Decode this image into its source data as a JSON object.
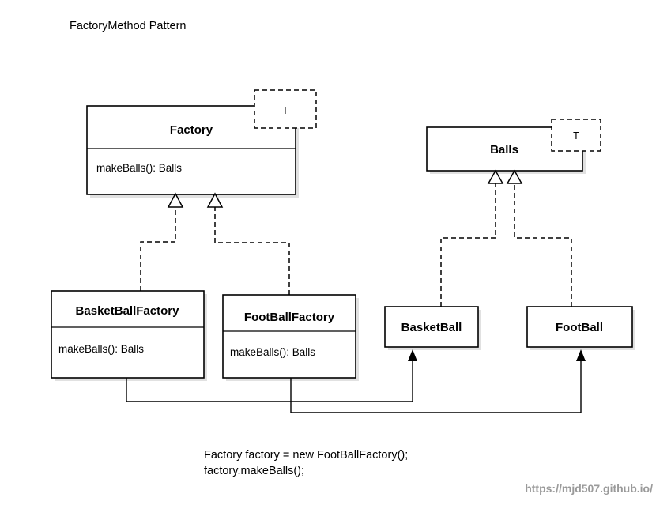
{
  "diagram": {
    "title": "FactoryMethod Pattern",
    "watermark": "https://mjd507.github.io/",
    "background_color": "#ffffff",
    "line_color": "#000000",
    "watermark_color": "#9a9a9a"
  },
  "classes": {
    "factory": {
      "name": "Factory",
      "template_param": "T",
      "methods": [
        "makeBalls(): Balls"
      ]
    },
    "balls": {
      "name": "Balls",
      "template_param": "T",
      "methods": []
    },
    "basketballfactory": {
      "name": "BasketBallFactory",
      "methods": [
        "makeBalls(): Balls"
      ]
    },
    "footballfactory": {
      "name": "FootBallFactory",
      "methods": [
        "makeBalls(): Balls"
      ]
    },
    "basketball": {
      "name": "BasketBall",
      "methods": []
    },
    "football": {
      "name": "FootBall",
      "methods": []
    }
  },
  "relations": [
    {
      "id": "basketballfactory-realizes-factory",
      "type": "realization",
      "from": "BasketBallFactory",
      "to": "Factory",
      "style": "dashed",
      "arrowhead": "hollow-triangle"
    },
    {
      "id": "footballfactory-realizes-factory",
      "type": "realization",
      "from": "FootBallFactory",
      "to": "Factory",
      "style": "dashed",
      "arrowhead": "hollow-triangle"
    },
    {
      "id": "basketball-realizes-balls",
      "type": "realization",
      "from": "BasketBall",
      "to": "Balls",
      "style": "dashed",
      "arrowhead": "hollow-triangle"
    },
    {
      "id": "football-realizes-balls",
      "type": "realization",
      "from": "FootBall",
      "to": "Balls",
      "style": "dashed",
      "arrowhead": "hollow-triangle"
    },
    {
      "id": "basketballfactory-creates-basketball",
      "type": "association",
      "from": "BasketBallFactory",
      "to": "BasketBall",
      "style": "solid",
      "arrowhead": "solid-arrow"
    },
    {
      "id": "footballfactory-creates-football",
      "type": "association",
      "from": "FootBallFactory",
      "to": "FootBall",
      "style": "solid",
      "arrowhead": "solid-arrow"
    }
  ],
  "caption": {
    "lines": [
      "Factory factory = new FootBallFactory();",
      "factory.makeBalls();"
    ]
  }
}
